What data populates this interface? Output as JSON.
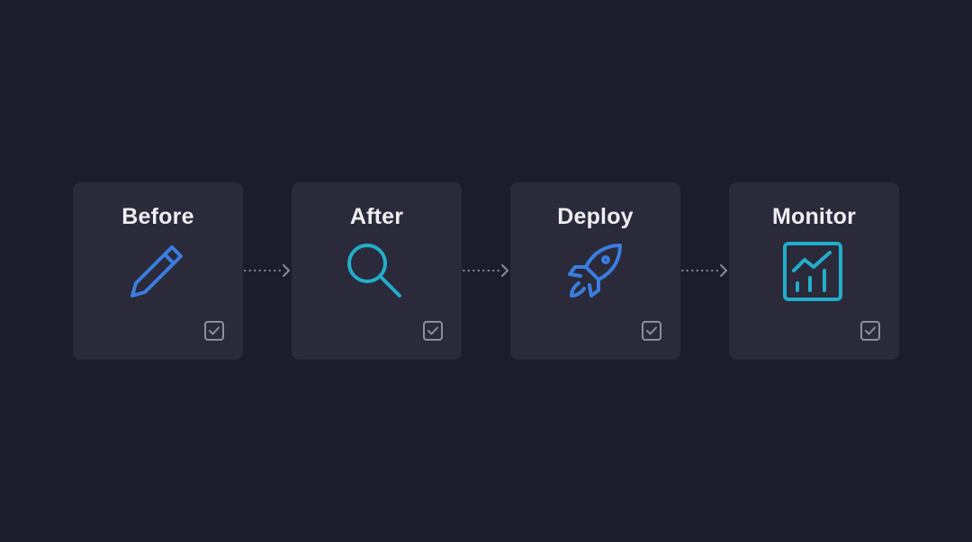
{
  "steps": [
    {
      "label": "Before",
      "icon": "pencil-icon",
      "color": "#3b7de0",
      "checked": true
    },
    {
      "label": "After",
      "icon": "search-icon",
      "color": "#22aecb",
      "checked": true
    },
    {
      "label": "Deploy",
      "icon": "rocket-icon",
      "color": "#3b7de0",
      "checked": true
    },
    {
      "label": "Monitor",
      "icon": "chart-icon",
      "color": "#22aecb",
      "checked": true
    }
  ],
  "colors": {
    "background": "#1c1c2c",
    "card": "#2a2a3b",
    "connector": "#8a8a9a",
    "checkbox": "#8e8e9c"
  }
}
